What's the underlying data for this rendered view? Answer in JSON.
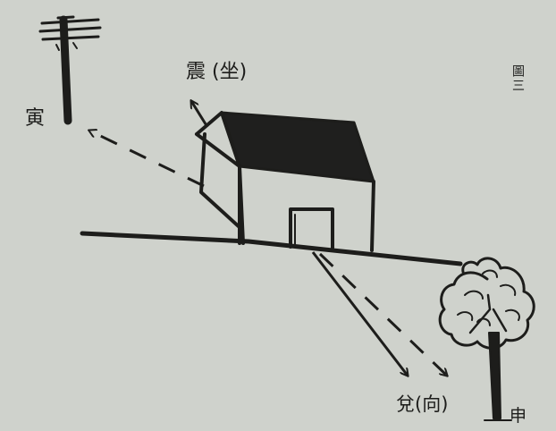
{
  "labels": {
    "zhen_sit": "震 (坐)",
    "yin": "寅",
    "dui_facing": "兌(向)",
    "shen": "申",
    "figure_number": "圖三"
  },
  "colors": {
    "paper": "#cfd2cc",
    "ink": "#1d1d1b"
  },
  "icons": {
    "pole": "utility-pole-icon",
    "house": "house-icon",
    "tree": "tree-icon"
  }
}
